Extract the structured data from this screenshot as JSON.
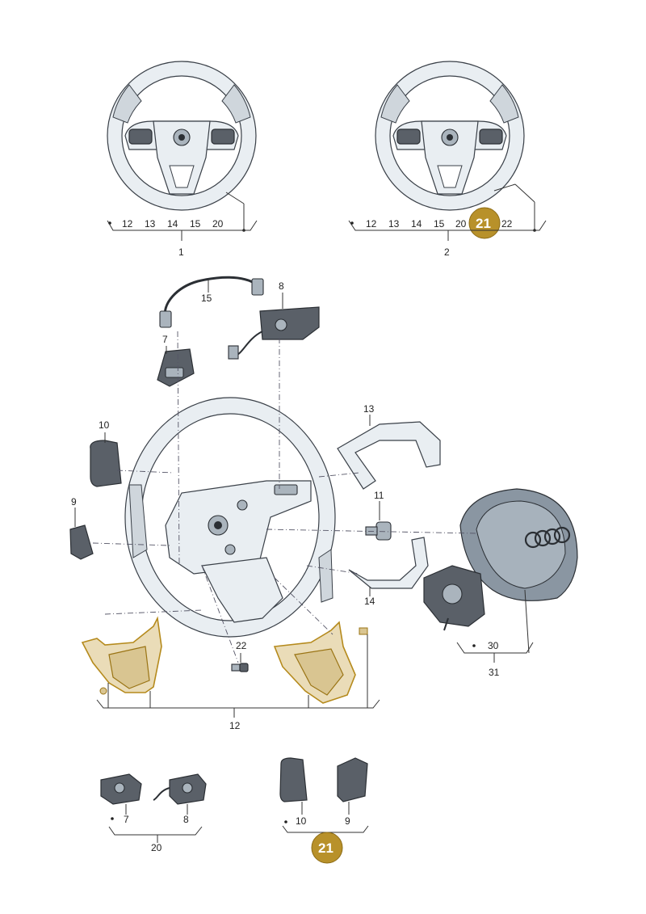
{
  "labels": {
    "top_left_group": [
      "12",
      "13",
      "14",
      "15",
      "20"
    ],
    "top_left_assembly": "1",
    "top_right_group": [
      "12",
      "13",
      "14",
      "15",
      "20",
      "22"
    ],
    "top_right_badge": "21",
    "top_right_assembly": "2",
    "exploded": {
      "p15": "15",
      "p8": "8",
      "p7": "7",
      "p10": "10",
      "p9": "9",
      "p13": "13",
      "p11": "11",
      "p14": "14",
      "p30": "30",
      "p31": "31",
      "p22": "22",
      "p12": "12"
    },
    "bottom_left_group": [
      "7",
      "8"
    ],
    "bottom_left_assembly": "20",
    "bottom_right_group": [
      "10",
      "9"
    ],
    "bottom_right_badge": "21"
  },
  "colors": {
    "badge": "#b8912a",
    "highlight": "#c89b2a"
  }
}
